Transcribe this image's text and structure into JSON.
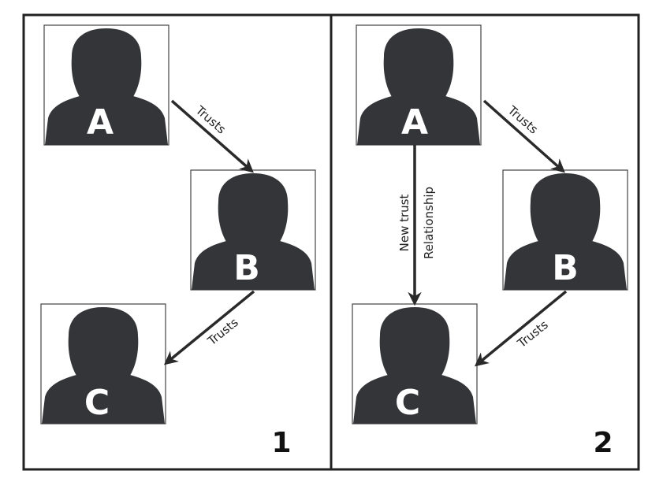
{
  "panels": [
    {
      "number": "1",
      "people": {
        "a": "A",
        "b": "B",
        "c": "C"
      },
      "edges": {
        "a_to_b": "Trusts",
        "b_to_c": "Trusts"
      }
    },
    {
      "number": "2",
      "people": {
        "a": "A",
        "b": "B",
        "c": "C"
      },
      "edges": {
        "a_to_b": "Trusts",
        "b_to_c": "Trusts",
        "a_to_c_line1": "New trust",
        "a_to_c_line2": "Relationship"
      }
    }
  ],
  "colors": {
    "silhouette": "#343538",
    "frame": "#222222",
    "arrow": "#2a2a2a"
  },
  "icon": "person-silhouette-icon"
}
